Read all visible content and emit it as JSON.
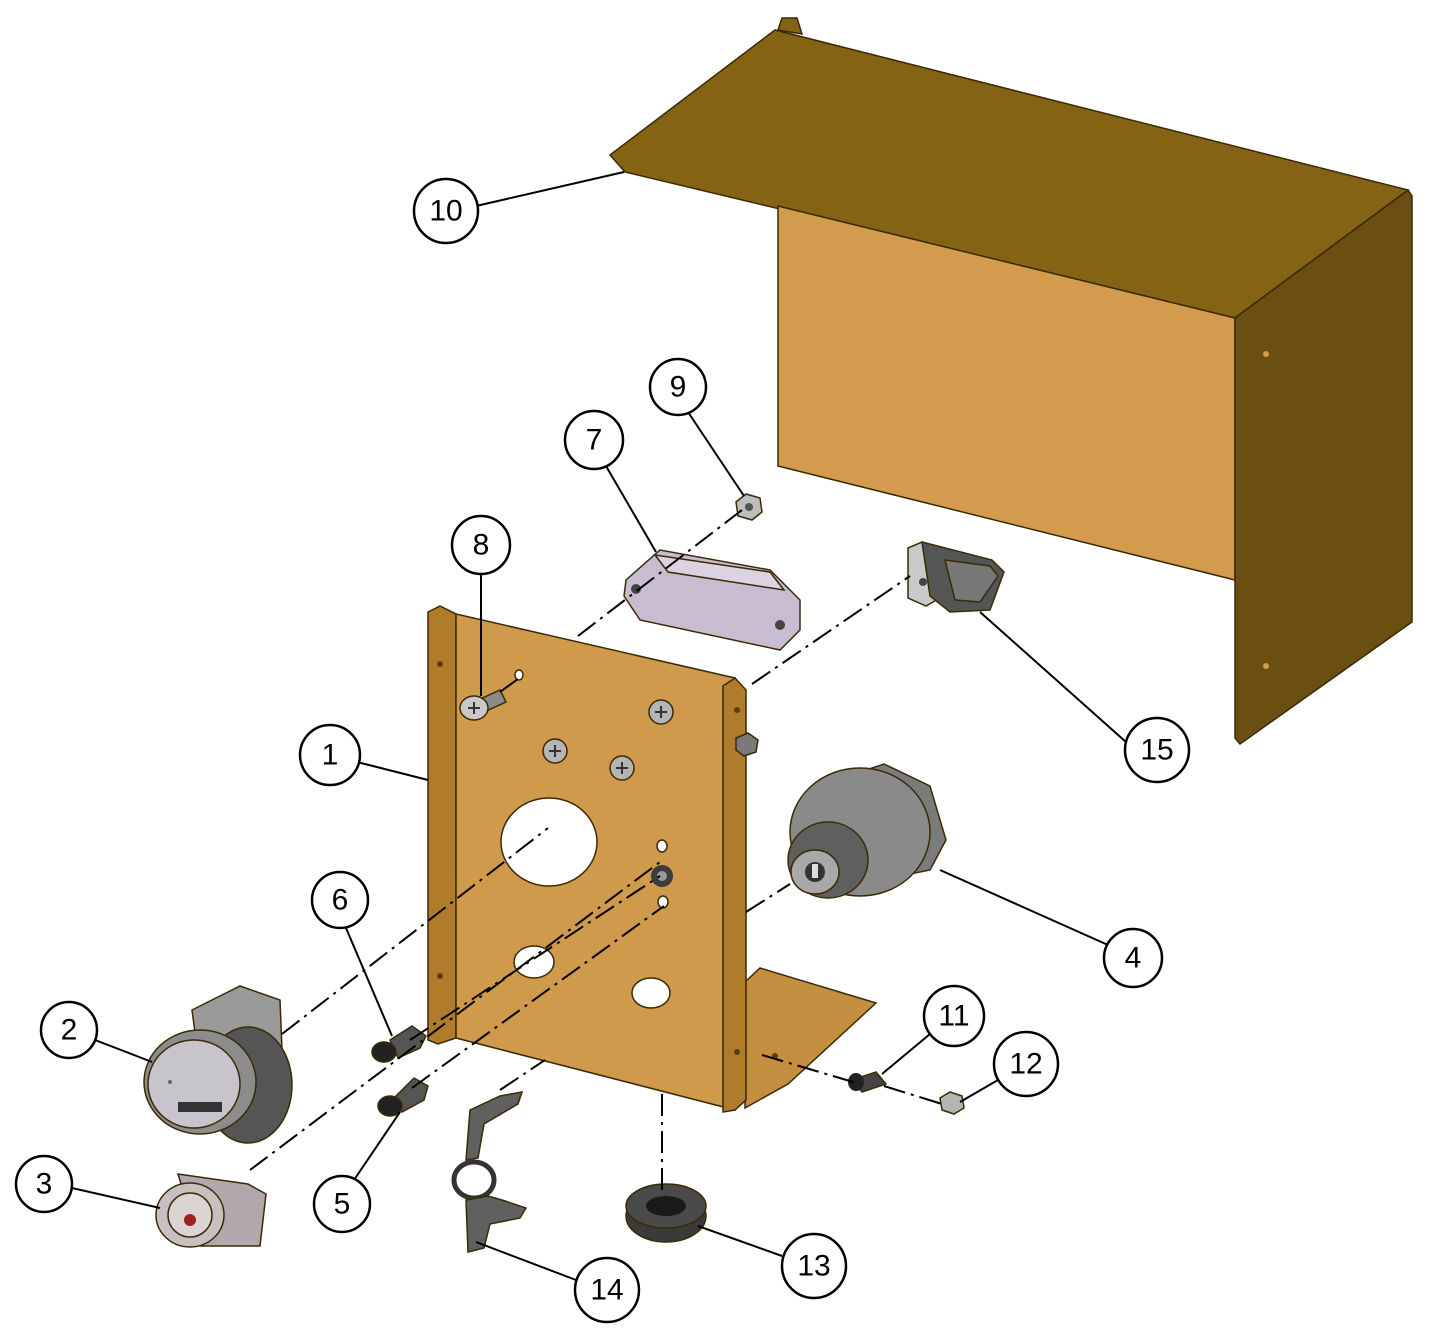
{
  "colors": {
    "cover_top": "#856314",
    "cover_front": "#d29b4e",
    "cover_side": "#6b4f12",
    "plate": "#d09a4c",
    "plate_flange": "#b07c2c",
    "metal_gray": "#6f6f6f",
    "metal_light": "#b5b5b5",
    "block_lavender": "#c8bdd0"
  },
  "callouts": [
    {
      "id": "1",
      "label": "1",
      "part": "mounting-bracket"
    },
    {
      "id": "2",
      "label": "2",
      "part": "hour-meter"
    },
    {
      "id": "3",
      "label": "3",
      "part": "indicator-light"
    },
    {
      "id": "4",
      "label": "4",
      "part": "key-switch"
    },
    {
      "id": "5",
      "label": "5",
      "part": "connector-lower"
    },
    {
      "id": "6",
      "label": "6",
      "part": "connector-upper"
    },
    {
      "id": "7",
      "label": "7",
      "part": "terminal-block"
    },
    {
      "id": "8",
      "label": "8",
      "part": "screw"
    },
    {
      "id": "9",
      "label": "9",
      "part": "nut"
    },
    {
      "id": "10",
      "label": "10",
      "part": "cover"
    },
    {
      "id": "11",
      "label": "11",
      "part": "bolt"
    },
    {
      "id": "12",
      "label": "12",
      "part": "hex-nut"
    },
    {
      "id": "13",
      "label": "13",
      "part": "grommet"
    },
    {
      "id": "14",
      "label": "14",
      "part": "keys"
    },
    {
      "id": "15",
      "label": "15",
      "part": "relay"
    }
  ]
}
